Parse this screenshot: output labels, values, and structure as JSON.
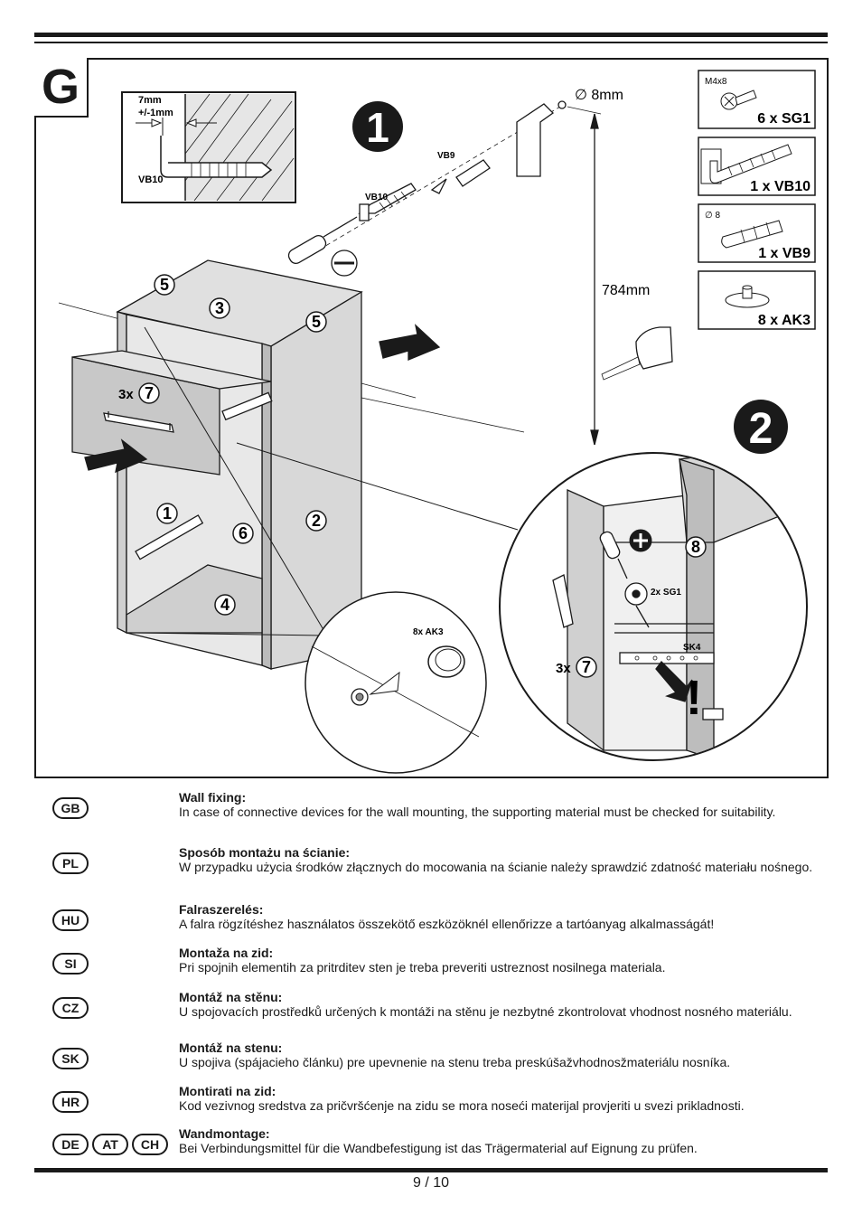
{
  "step": {
    "letter": "G"
  },
  "parts": [
    {
      "code": "M4x8",
      "label": "6 x SG1"
    },
    {
      "code": "",
      "label": "1 x VB10"
    },
    {
      "code": "∅ 8",
      "label": "1 x VB9"
    },
    {
      "code": "",
      "label": "8 x AK3"
    }
  ],
  "diagram": {
    "inset_depth": "7mm",
    "inset_tolerance": "+/-1mm",
    "inset_part": "VB10",
    "drill": "∅ 8mm",
    "label_vb9": "VB9",
    "label_vb10": "VB10",
    "height": "784mm",
    "step1": "1",
    "step2": "2",
    "panels": [
      "5",
      "3",
      "5",
      "1",
      "6",
      "2",
      "4"
    ],
    "drawer_count": "3x",
    "drawer_num": "7",
    "detail_ak3": "8x AK3",
    "detail_sg1": "2x SG1",
    "detail_sk4": "SK4",
    "detail_part8": "8",
    "detail_drawer_count": "3x",
    "detail_drawer_num": "7",
    "warning": "!"
  },
  "languages": [
    {
      "codes": [
        "GB"
      ],
      "title": "Wall fixing:",
      "text": "In case of connective devices for the wall mounting, the supporting material must be checked for suitability."
    },
    {
      "codes": [
        "PL"
      ],
      "title": "Sposób montażu na ścianie:",
      "text": "W przypadku użycia środków złącznych do mocowania na ścianie należy sprawdzić zdatność materiału nośnego."
    },
    {
      "codes": [
        "HU"
      ],
      "title": "Falraszerelés:",
      "text": "A falra rögzítéshez használatos összekötő eszközöknél ellenőrizze a tartóanyag alkalmasságát!"
    },
    {
      "codes": [
        "SI"
      ],
      "title": "Montaža na zid:",
      "text": "Pri spojnih elementih za pritrditev sten je treba preveriti ustreznost nosilnega materiala."
    },
    {
      "codes": [
        "CZ"
      ],
      "title": "Montáž na stěnu:",
      "text": "U spojovacích prostředků určených k montáži na stěnu je nezbytné zkontrolovat vhodnost nosného materiálu."
    },
    {
      "codes": [
        "SK"
      ],
      "title": "Montáž na stenu:",
      "text": "U spojiva (spájacieho článku) pre upevnenie na stenu treba preskúšažvhodnosžmateriálu nosníka."
    },
    {
      "codes": [
        "HR"
      ],
      "title": "Montirati na zid:",
      "text": "Kod vezivnog sredstva za pričvršćenje na zidu se mora noseći materijal provjeriti u svezi prikladnosti."
    },
    {
      "codes": [
        "DE",
        "AT",
        "CH"
      ],
      "title": "Wandmontage:",
      "text": "Bei Verbindungsmittel für die Wandbefestigung ist das Trägermaterial auf Eignung zu prüfen."
    }
  ],
  "footer": {
    "page": "9 / 10"
  }
}
